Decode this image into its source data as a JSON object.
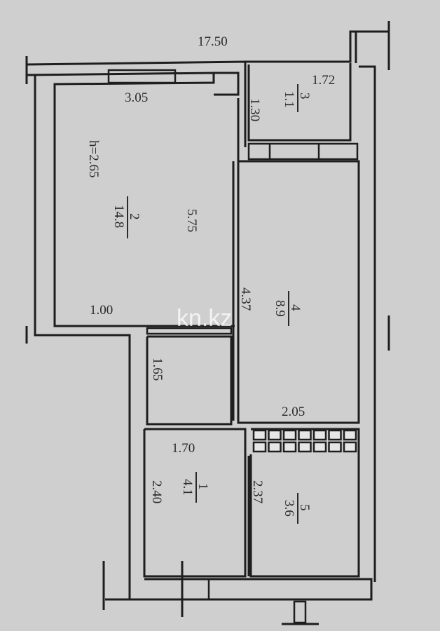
{
  "dimensions": {
    "total_length": "17.50",
    "balcony_width": "1.72",
    "balcony_depth": "1.30",
    "room2_width": "3.05",
    "ceiling_height": "h=2.65",
    "room2_length": "5.75",
    "room2_bottom": "1.00",
    "room4_length": "4.37",
    "room4_width": "2.05",
    "closet_length": "1.65",
    "hall_width": "1.70",
    "hall_length": "2.40",
    "bath_length": "2.37"
  },
  "rooms": [
    {
      "number": "3",
      "area": "1.1"
    },
    {
      "number": "2",
      "area": "14.8"
    },
    {
      "number": "4",
      "area": "8.9"
    },
    {
      "number": "1",
      "area": "4.1"
    },
    {
      "number": "5",
      "area": "3.6"
    }
  ],
  "watermark": "kn.kz",
  "colors": {
    "background": "#cfcfcf",
    "lines": "#1e1e1e"
  }
}
